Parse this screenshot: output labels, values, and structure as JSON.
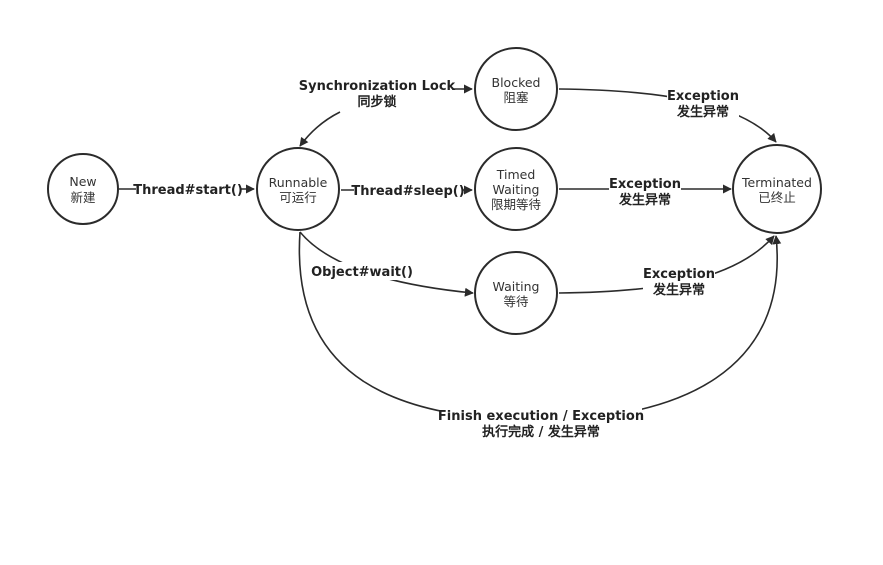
{
  "diagram": {
    "nodes": {
      "new": {
        "line1": "New",
        "line2": "新建"
      },
      "runnable": {
        "line1": "Runnable",
        "line2": "可运行"
      },
      "blocked": {
        "line1": "Blocked",
        "line2": "阻塞"
      },
      "timed_waiting": {
        "line1": "Timed",
        "line2": "Waiting",
        "line3": "限期等待"
      },
      "waiting": {
        "line1": "Waiting",
        "line2": "等待"
      },
      "terminated": {
        "line1": "Terminated",
        "line2": "已终止"
      }
    },
    "edges": {
      "start": {
        "line1": "Thread#start()"
      },
      "sync_lock": {
        "line1": "Synchronization Lock",
        "line2": "同步锁"
      },
      "sleep": {
        "line1": "Thread#sleep()"
      },
      "wait": {
        "line1": "Object#wait()"
      },
      "blocked_exception": {
        "line1": "Exception",
        "line2": "发生异常"
      },
      "timed_exception": {
        "line1": "Exception",
        "line2": "发生异常"
      },
      "waiting_exception": {
        "line1": "Exception",
        "line2": "发生异常"
      },
      "finish": {
        "line1": "Finish execution / Exception",
        "line2": "执行完成 / 发生异常"
      }
    }
  }
}
